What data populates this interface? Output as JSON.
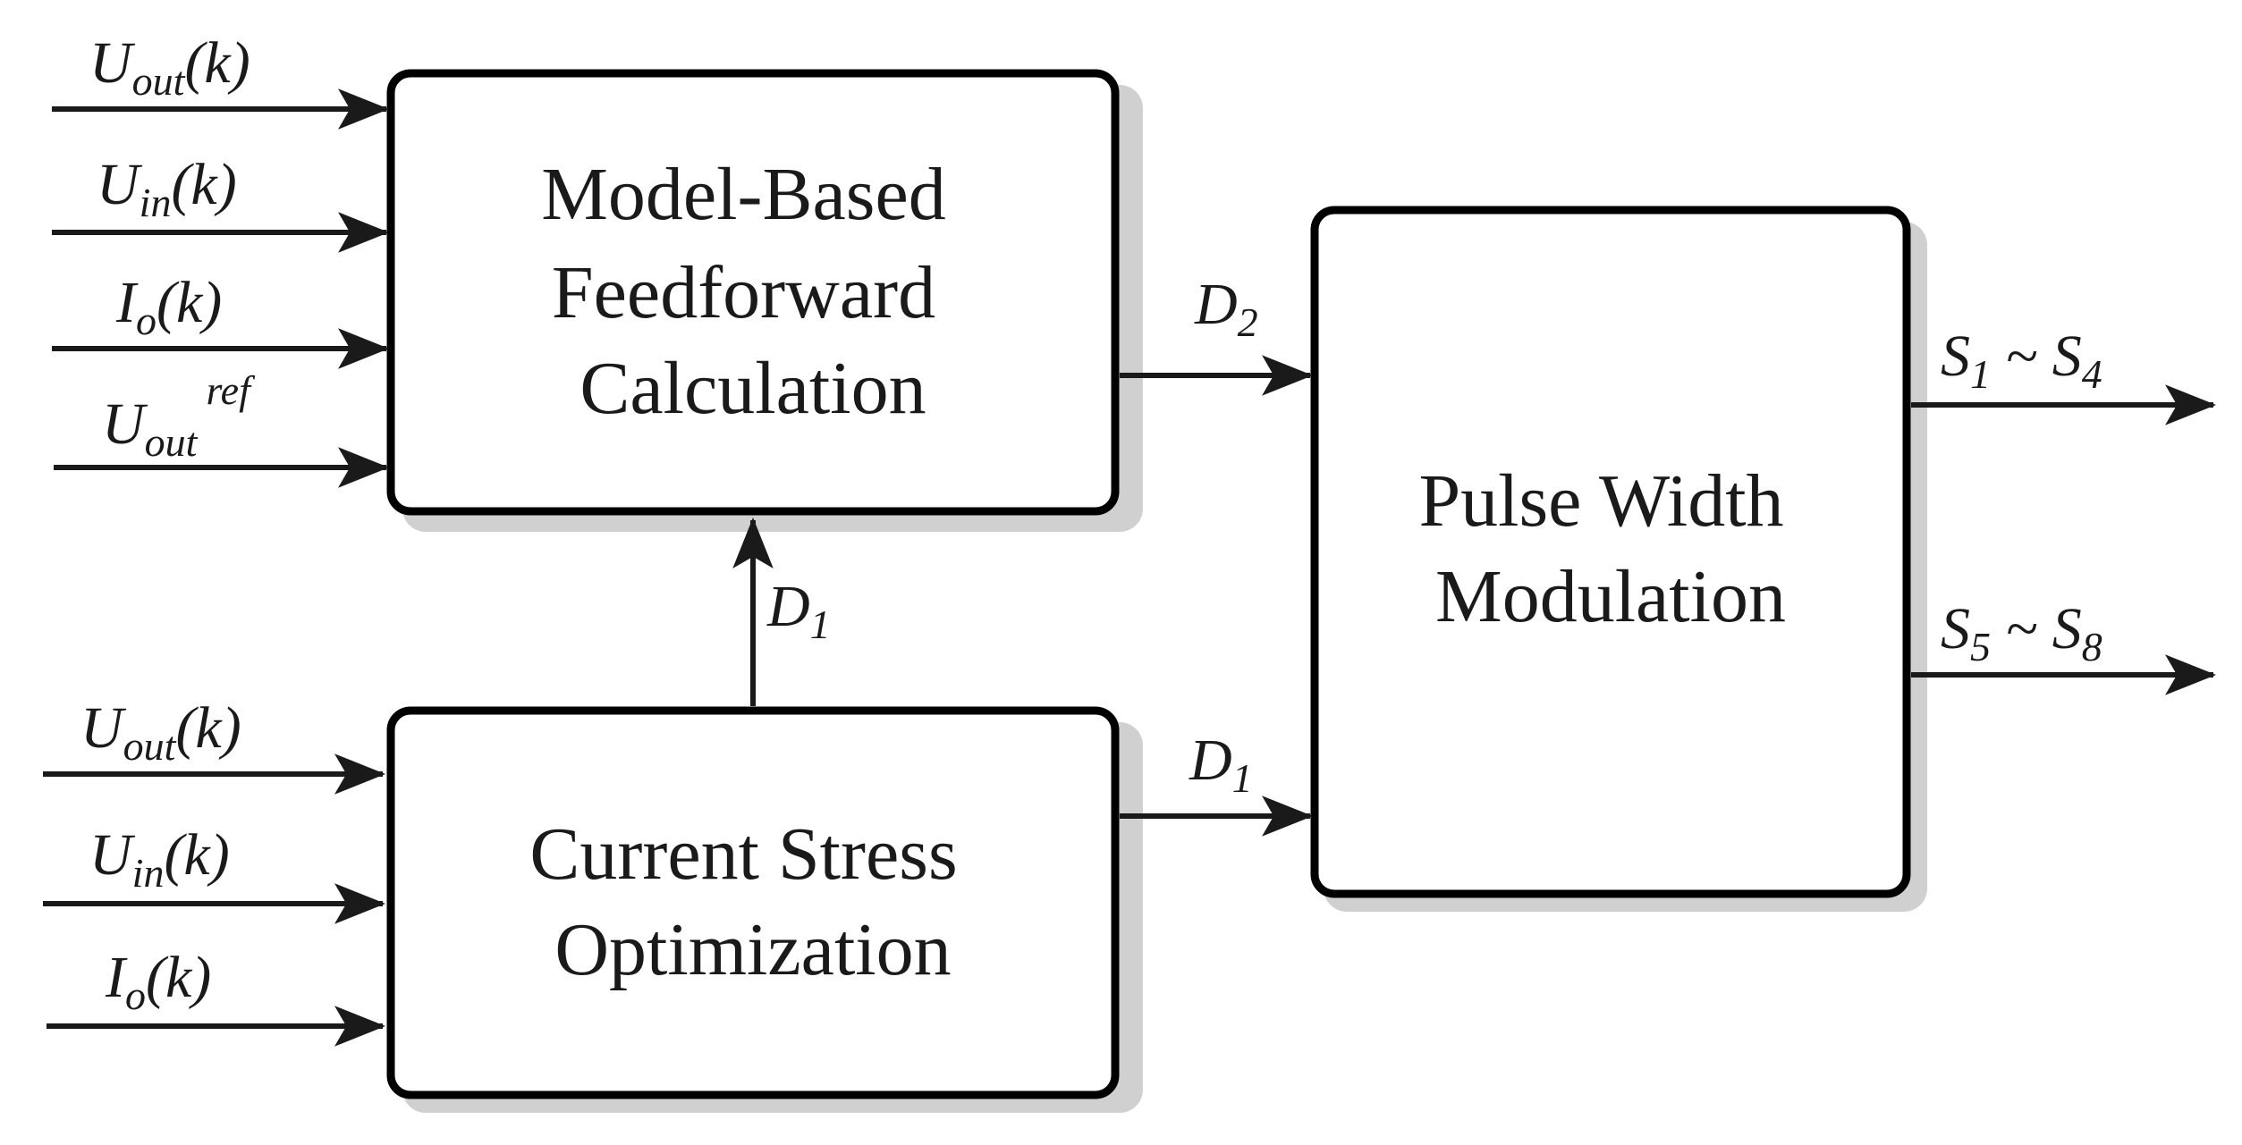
{
  "blocks": {
    "feedforward": {
      "lines": [
        "Model-Based",
        "Feedforward",
        "Calculation"
      ]
    },
    "optimization": {
      "lines": [
        "Current Stress",
        "Optimization"
      ]
    },
    "pwm": {
      "lines": [
        "Pulse Width",
        "Modulation"
      ]
    }
  },
  "inputs_top": [
    {
      "base": "U",
      "sub": "out",
      "sup": "",
      "arg": "(k)"
    },
    {
      "base": "U",
      "sub": "in",
      "sup": "",
      "arg": "(k)"
    },
    {
      "base": "I",
      "sub": "o",
      "sup": "",
      "arg": "(k)"
    },
    {
      "base": "U",
      "sub": "out",
      "sup": "ref",
      "arg": ""
    }
  ],
  "inputs_bottom": [
    {
      "base": "U",
      "sub": "out",
      "sup": "",
      "arg": "(k)"
    },
    {
      "base": "U",
      "sub": "in",
      "sup": "",
      "arg": "(k)"
    },
    {
      "base": "I",
      "sub": "o",
      "sup": "",
      "arg": "(k)"
    }
  ],
  "signals": {
    "d1_up": {
      "base": "D",
      "sub": "1"
    },
    "d2": {
      "base": "D",
      "sub": "2"
    },
    "d1_right": {
      "base": "D",
      "sub": "1"
    },
    "out1": {
      "a": "S",
      "a_sub": "1",
      "sep": " ~ ",
      "b": "S",
      "b_sub": "4"
    },
    "out2": {
      "a": "S",
      "a_sub": "5",
      "sep": " ~ ",
      "b": "S",
      "b_sub": "8"
    }
  }
}
